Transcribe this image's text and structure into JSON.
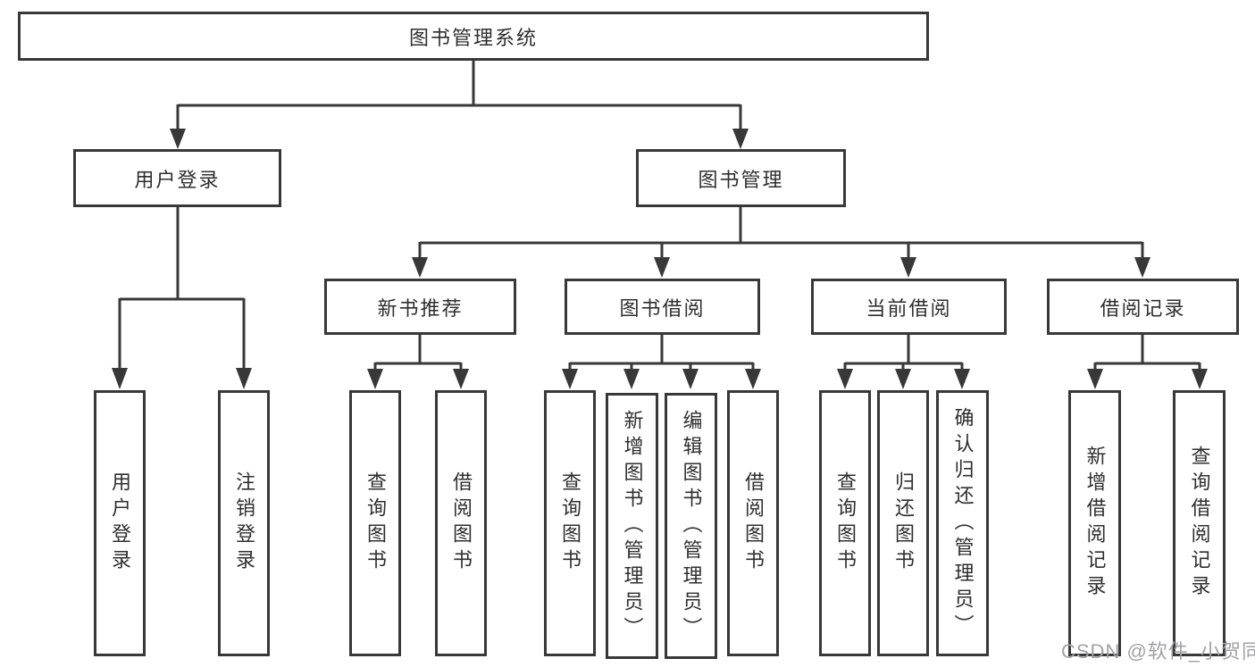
{
  "diagram_type": "tree",
  "title": "图书管理系统",
  "watermark": "CSDN @软件_小贺同学",
  "colors": {
    "line": "#383838",
    "border": "#383838",
    "text": "#2f2f2f",
    "watermark": "#a2a2a4",
    "background": "#ffffff"
  },
  "branches": [
    {
      "label": "用户登录",
      "children": [
        {
          "label": "用户登录"
        },
        {
          "label": "注销登录"
        }
      ]
    },
    {
      "label": "图书管理",
      "children": [
        {
          "label": "新书推荐",
          "children": [
            {
              "label": "查询图书"
            },
            {
              "label": "借阅图书"
            }
          ]
        },
        {
          "label": "图书借阅",
          "children": [
            {
              "label": "查询图书"
            },
            {
              "label": "新增图书（管理员）"
            },
            {
              "label": "编辑图书（管理员）"
            },
            {
              "label": "借阅图书"
            }
          ]
        },
        {
          "label": "当前借阅",
          "children": [
            {
              "label": "查询图书"
            },
            {
              "label": "归还图书"
            },
            {
              "label": "确认归还（管理员）"
            }
          ]
        },
        {
          "label": "借阅记录",
          "children": [
            {
              "label": "新增借阅记录"
            },
            {
              "label": "查询借阅记录"
            }
          ]
        }
      ]
    }
  ]
}
